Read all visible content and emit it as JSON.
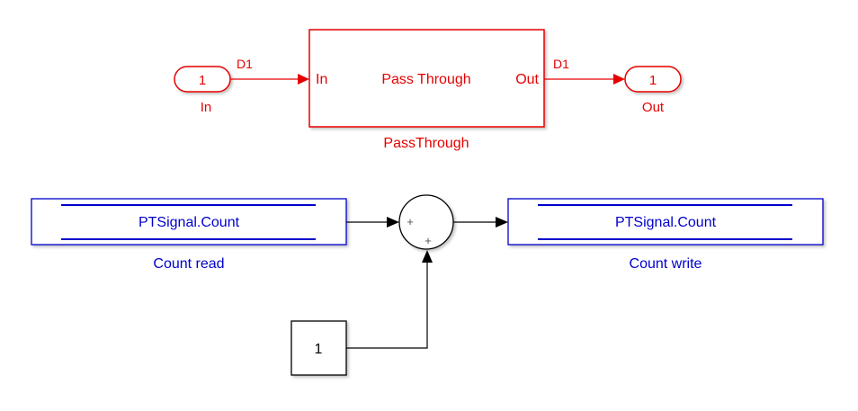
{
  "diagram": {
    "inport": {
      "number": "1",
      "name": "In"
    },
    "signal_in_label": "D1",
    "subsystem": {
      "title": "Pass Through",
      "in_port_label": "In",
      "out_port_label": "Out",
      "name": "PassThrough"
    },
    "signal_out_label": "D1",
    "outport": {
      "number": "1",
      "name": "Out"
    },
    "read_block": {
      "variable": "PTSignal.Count",
      "name": "Count read"
    },
    "sum_block": {
      "sign_1": "+",
      "sign_2": "+"
    },
    "write_block": {
      "variable": "PTSignal.Count",
      "name": "Count write"
    },
    "constant_block": {
      "value": "1"
    },
    "colors": {
      "highlight": "#e60000",
      "store_block": "#0000cc",
      "default": "#000000"
    }
  }
}
